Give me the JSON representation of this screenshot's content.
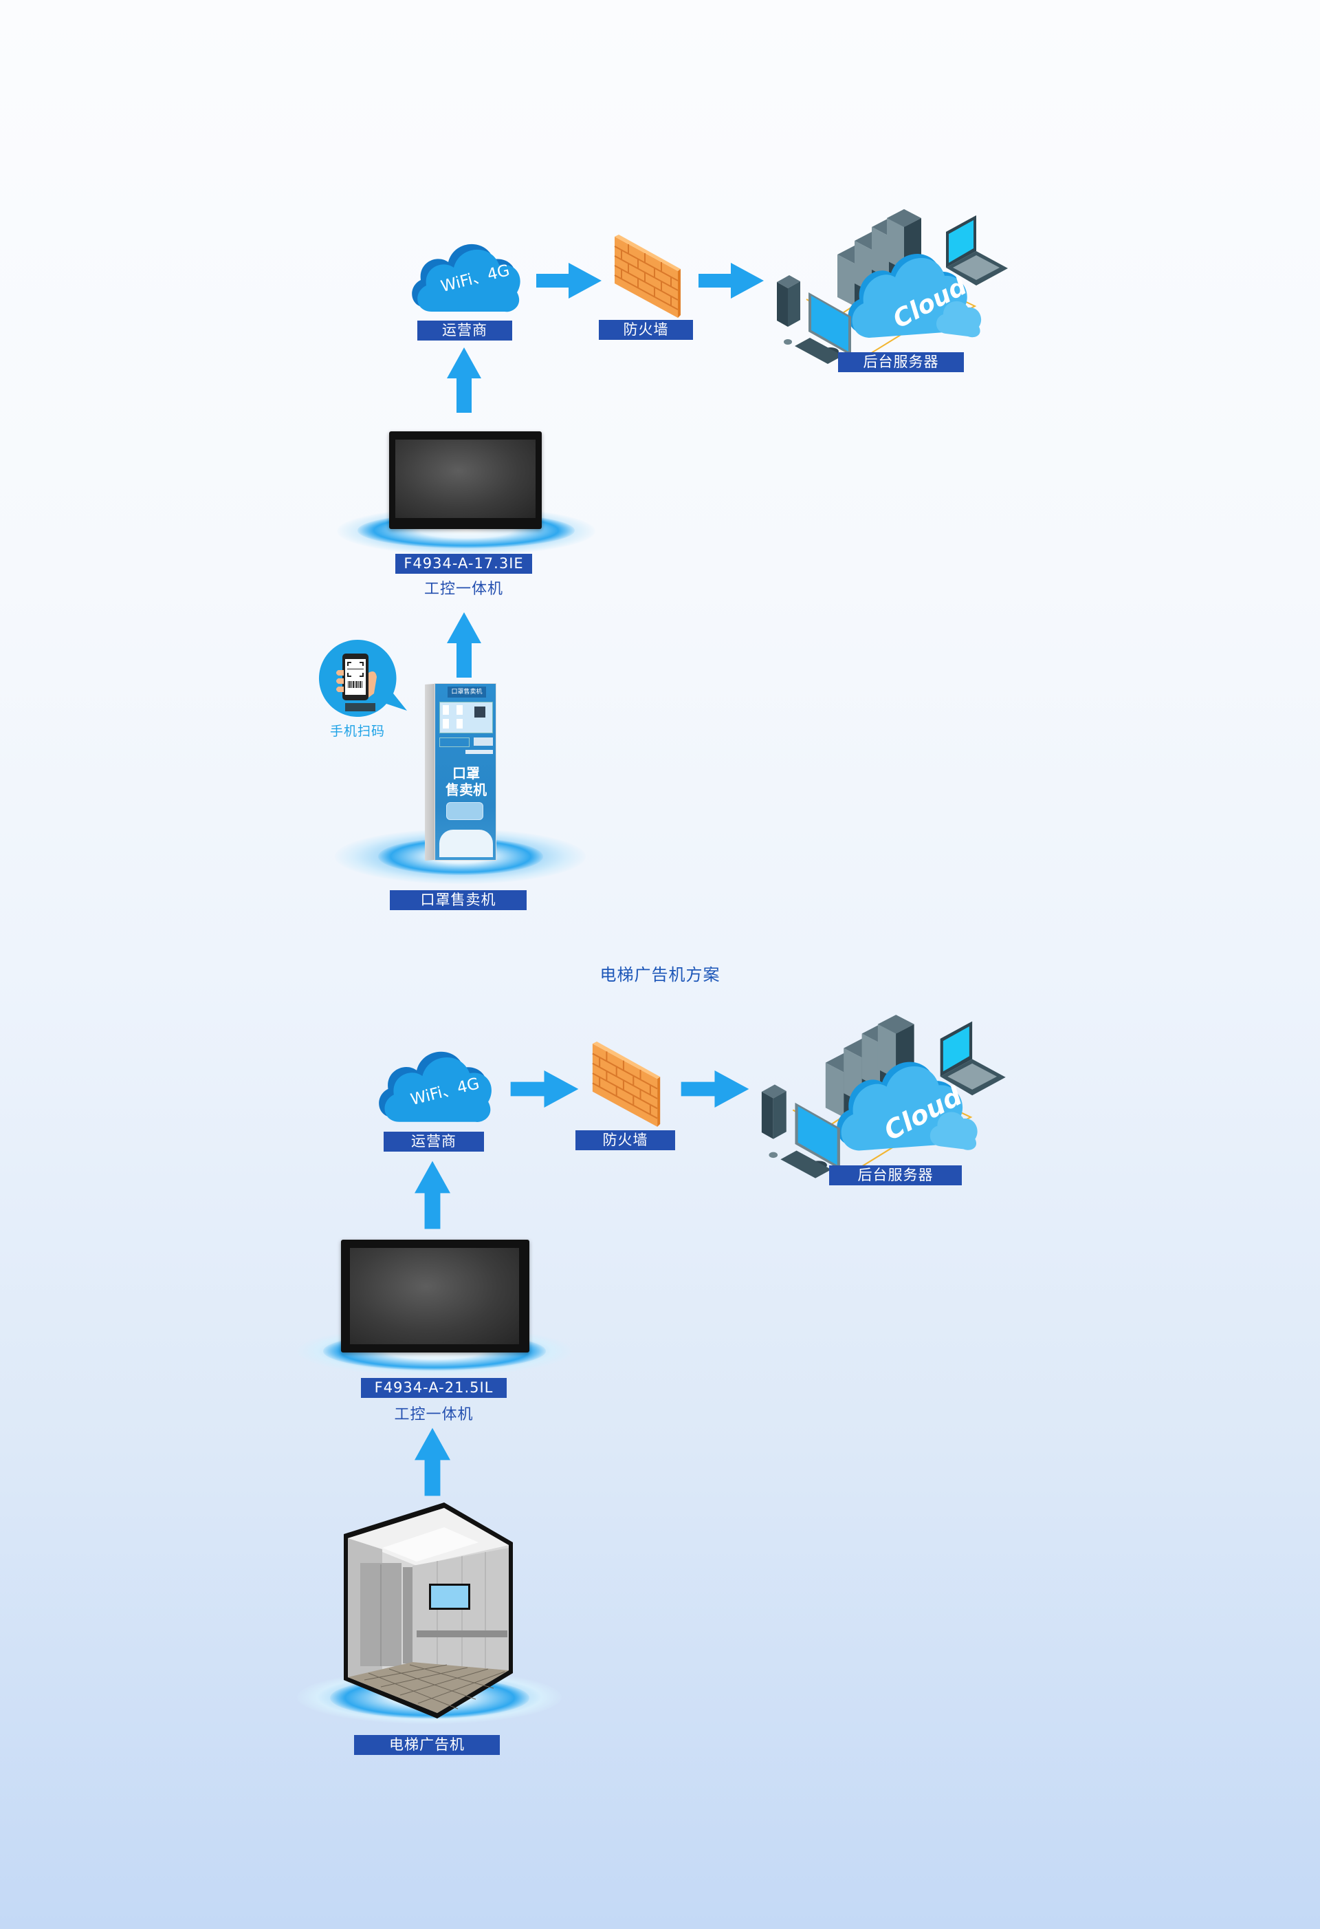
{
  "diagrams": [
    {
      "title": "",
      "carrier": {
        "cloud_text": "WiFi、4G",
        "label": "运营商"
      },
      "firewall": {
        "label": "防火墙"
      },
      "server": {
        "cloud_text": "Cloud",
        "label": "后台服务器"
      },
      "terminal": {
        "model": "F4934-A-17.3IE",
        "caption": "工控一体机"
      },
      "device": {
        "label": "口罩售卖机",
        "panel_title": "口罩售卖机",
        "body_text_line1": "口罩",
        "body_text_line2": "售卖机"
      },
      "scan": {
        "label": "手机扫码"
      }
    },
    {
      "title": "电梯广告机方案",
      "carrier": {
        "cloud_text": "WiFi、4G",
        "label": "运营商"
      },
      "firewall": {
        "label": "防火墙"
      },
      "server": {
        "cloud_text": "Cloud",
        "label": "后台服务器"
      },
      "terminal": {
        "model": "F4934-A-21.5IL",
        "caption": "工控一体机"
      },
      "device": {
        "label": "电梯广告机"
      }
    }
  ],
  "colors": {
    "label_bg": "#2450b0",
    "arrow": "#22a3ee",
    "cloud_front": "#1d9de6",
    "cloud_back": "#1276c6",
    "firewall": "#f39a3e",
    "caption_text": "#2450b0"
  }
}
